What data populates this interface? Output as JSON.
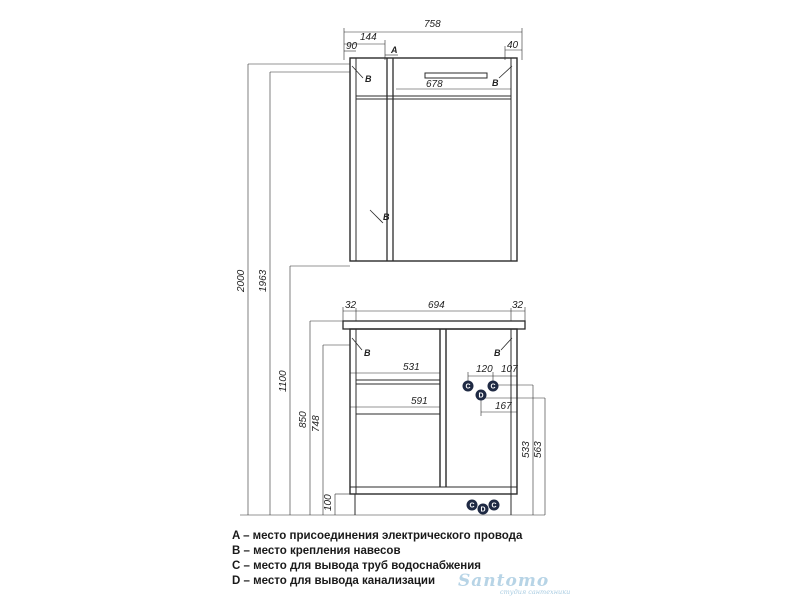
{
  "dimensions": {
    "top_width": "758",
    "left_offset": "144",
    "left_edge": "90",
    "right_edge": "40",
    "light_width": "678",
    "total_height": "2000",
    "mirror_top": "1963",
    "mirror_bottom": "1100",
    "cabinet_width": "694",
    "cabinet_left_edge": "32",
    "cabinet_right_edge": "32",
    "cabinet_height": "850",
    "body_height": "748",
    "drawer_width": "531",
    "shelf_width": "591",
    "pipe_spacing": "120",
    "pipe_offset": "107",
    "drain_offset": "167",
    "right_height_1": "533",
    "right_height_2": "563",
    "leg_height": "100"
  },
  "markers": {
    "a": "A",
    "b": "B",
    "c": "C",
    "d": "D"
  },
  "legend": {
    "line_a": "A – место присоединения электрического провода",
    "line_b": "B – место крепления навесов",
    "line_c": "C – место для вывода труб водоснабжения",
    "line_d": "D – место для вывода канализации"
  },
  "watermark": {
    "brand": "Santomo",
    "tagline": "студия сантехники"
  },
  "colors": {
    "line": "#2b2b2b",
    "marker_fill": "#1f2a44",
    "watermark": "#5fa0c8"
  }
}
